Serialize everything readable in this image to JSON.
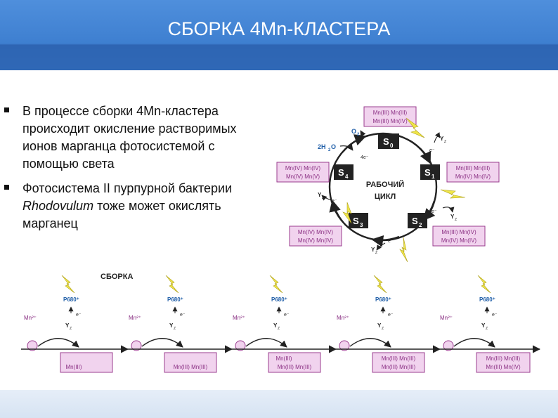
{
  "slide": {
    "title": "СБОРКА 4Mn-КЛАСТЕРА",
    "bullets": [
      {
        "text": "В процессе сборки 4Mn-кластера происходит окисление растворимых ионов марганца фотосистемой с помощью света"
      },
      {
        "text_before": "Фотосистема II пурпурной бактерии ",
        "italic": "Rhodovulum",
        "text_after": " тоже может окислять марганец"
      }
    ]
  },
  "cycle": {
    "center_line1": "РАБОЧИЙ",
    "center_line2": "ЦИКЛ",
    "states": [
      "S",
      "S",
      "S",
      "S",
      "S"
    ],
    "state_subs": [
      "0",
      "1",
      "2",
      "3",
      "4"
    ],
    "boxes": [
      {
        "l1": "Mn(III)  Mn(III)",
        "l2": "Mn(III)  Mn(IV)"
      },
      {
        "l1": "Mn(III)  Mn(III)",
        "l2": "Mn(IV)  Mn(IV)"
      },
      {
        "l1": "Mn(III)  Mn(IV)",
        "l2": "Mn(IV)  Mn(IV)"
      },
      {
        "l1": "Mn(IV)  Mn(IV)",
        "l2": "Mn(IV)  Mn(IV)"
      },
      {
        "l1": "Mn(IV)  Mn(IV)",
        "l2": "Mn(IV)  Mn(V)"
      }
    ],
    "o2": "O",
    "o2_sub": "2",
    "h2o": "2H",
    "h2o_sub": "2",
    "h2o_tail": "O",
    "four_e": "4e⁻",
    "electron": "e⁻",
    "yz": "Y",
    "yz_sub": "Z"
  },
  "assembly": {
    "label": "СБОРКА",
    "p680": "P680⁺",
    "mn_ion": "Mn²⁺",
    "electron": "e⁻",
    "yz": "Y",
    "yz_sub": "Z",
    "boxes": [
      [
        "Mn(III)"
      ],
      [
        "Mn(III)  Mn(III)"
      ],
      [
        "Mn(III)",
        "Mn(III)  Mn(III)"
      ],
      [
        "Mn(III)  Mn(III)",
        "Mn(III)  Mn(III)"
      ],
      [
        "Mn(III)  Mn(III)",
        "Mn(III)  Mn(IV)"
      ]
    ]
  },
  "colors": {
    "title_bar": "#3e7fd0",
    "box_fill": "#f1d3ee",
    "box_stroke": "#9a3d8f",
    "box_text": "#8a2f83",
    "p680_text": "#1f5ea8",
    "flash": "#f0e64a",
    "arrow": "#222222"
  }
}
